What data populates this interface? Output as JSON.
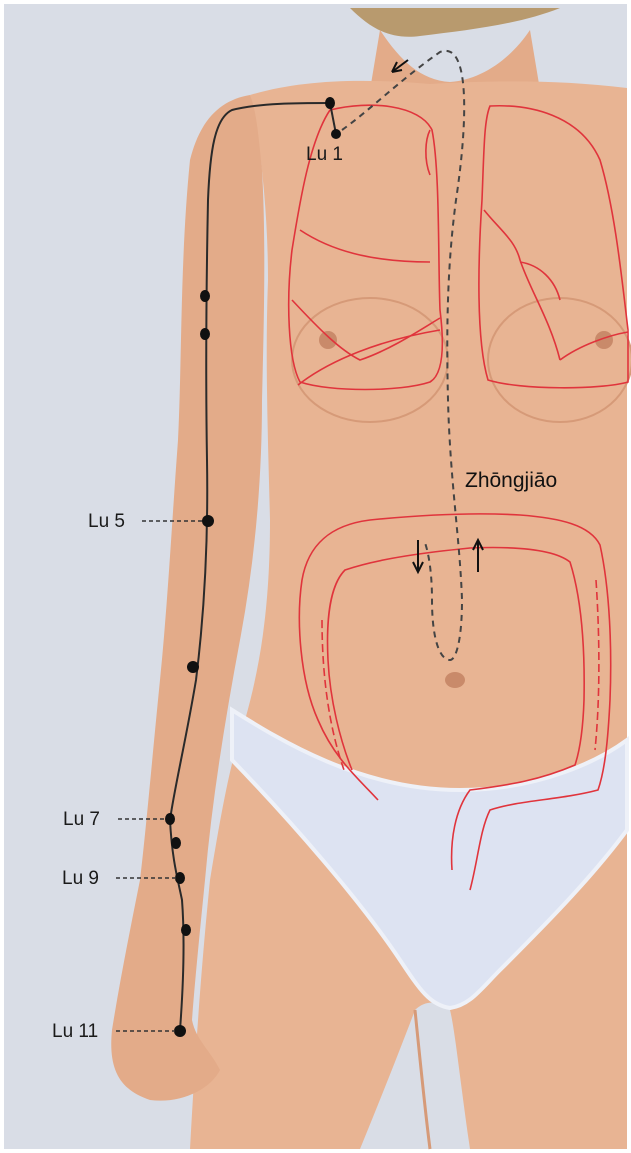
{
  "labels": {
    "lu1": "Lu 1",
    "lu5": "Lu 5",
    "lu7": "Lu 7",
    "lu9": "Lu 9",
    "lu11": "Lu 11",
    "middle_burner": "Zhōngjiāo"
  },
  "colors": {
    "background": "#d9dde6",
    "skin": "#e8b493",
    "skin_shadow": "#d69a78",
    "underwear": "#dde3f2",
    "organ_outline": "#e0343c",
    "meridian_line": "#2a2a2a",
    "point": "#111111"
  }
}
